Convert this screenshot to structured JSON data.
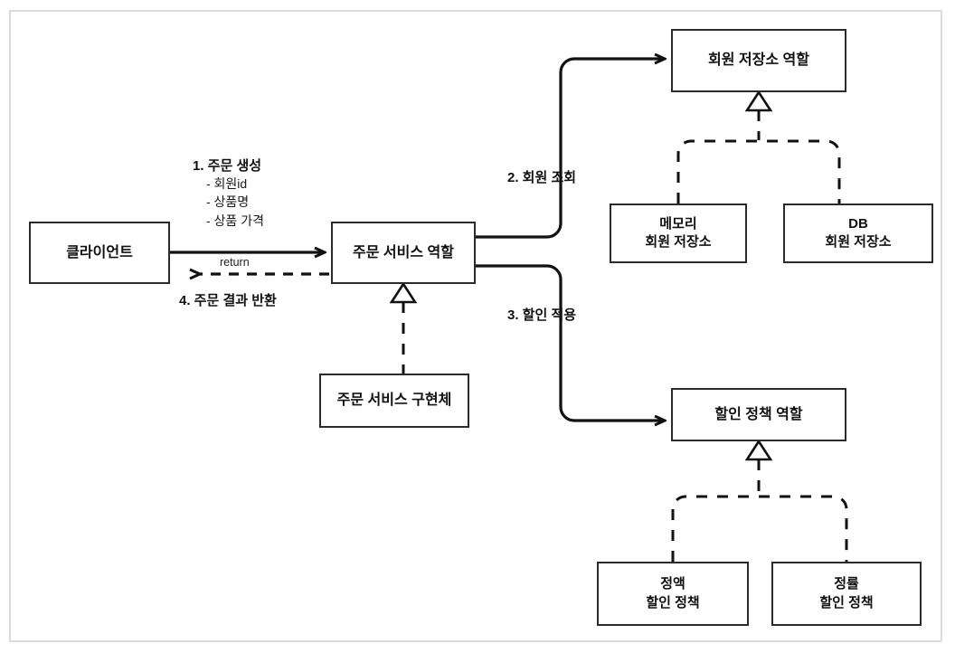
{
  "diagram": {
    "type": "uml-role-collaboration-diagram",
    "background": "#ffffff",
    "frame_color": "#dcdcdc",
    "stroke_color": "#2b2b2b",
    "nodes": {
      "client": {
        "label": "클라이언트"
      },
      "order_service_role": {
        "label": "주문 서비스 역할"
      },
      "order_service_impl": {
        "label": "주문 서비스 구현체"
      },
      "member_repository_role": {
        "label": "회원 저장소 역할"
      },
      "memory_member_repository": {
        "line1": "메모리",
        "line2": "회원 저장소"
      },
      "db_member_repository": {
        "line1": "DB",
        "line2": "회원 저장소"
      },
      "discount_policy_role": {
        "label": "할인 정책 역할"
      },
      "fixed_discount_policy": {
        "line1": "정액",
        "line2": "할인 정책"
      },
      "rate_discount_policy": {
        "line1": "정률",
        "line2": "할인 정책"
      }
    },
    "edges": {
      "create_order": {
        "title": "1. 주문 생성",
        "args": "- 회원id\n- 상품명\n- 상품 가격"
      },
      "return_result": {
        "tag": "return",
        "title": "4. 주문 결과 반환"
      },
      "member_query": {
        "title": "2. 회원 조회"
      },
      "discount_apply": {
        "title": "3. 할인 적용"
      }
    }
  }
}
